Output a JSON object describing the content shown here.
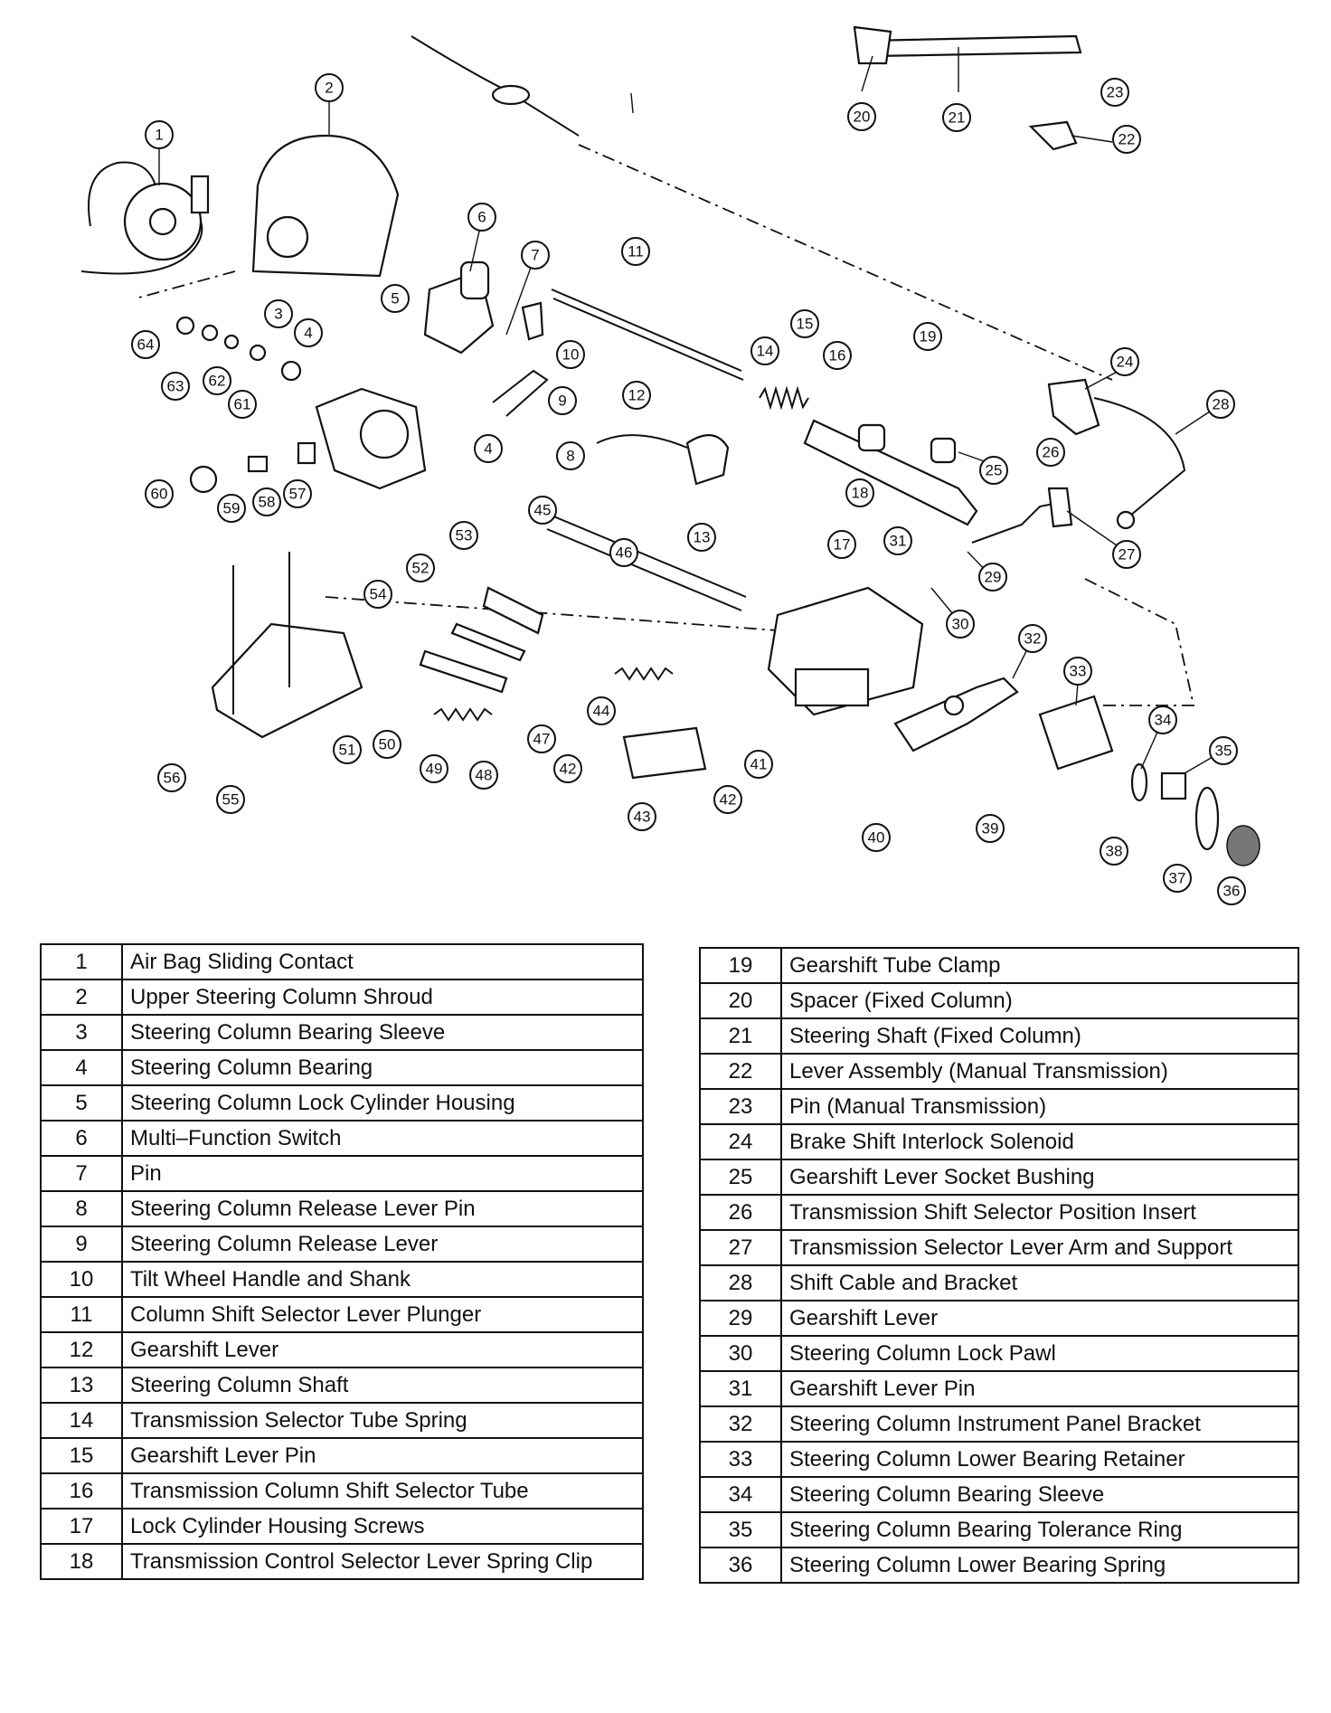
{
  "diagram": {
    "callouts": [
      "1",
      "2",
      "3",
      "4",
      "4",
      "5",
      "6",
      "7",
      "8",
      "9",
      "10",
      "11",
      "12",
      "13",
      "14",
      "15",
      "16",
      "17",
      "18",
      "19",
      "20",
      "21",
      "22",
      "23",
      "24",
      "25",
      "26",
      "27",
      "28",
      "29",
      "30",
      "31",
      "32",
      "33",
      "34",
      "35",
      "36",
      "37",
      "38",
      "39",
      "40",
      "41",
      "42",
      "42",
      "43",
      "44",
      "45",
      "46",
      "47",
      "48",
      "49",
      "50",
      "51",
      "52",
      "53",
      "54",
      "55",
      "56",
      "57",
      "58",
      "59",
      "60",
      "61",
      "62",
      "63",
      "64"
    ]
  },
  "legend_left": [
    {
      "num": "1",
      "desc": "Air Bag Sliding Contact"
    },
    {
      "num": "2",
      "desc": "Upper Steering Column Shroud"
    },
    {
      "num": "3",
      "desc": "Steering Column Bearing Sleeve"
    },
    {
      "num": "4",
      "desc": "Steering Column Bearing"
    },
    {
      "num": "5",
      "desc": "Steering Column Lock Cylinder Housing"
    },
    {
      "num": "6",
      "desc": "Multi–Function Switch"
    },
    {
      "num": "7",
      "desc": "Pin"
    },
    {
      "num": "8",
      "desc": "Steering Column Release Lever Pin"
    },
    {
      "num": "9",
      "desc": "Steering Column Release Lever"
    },
    {
      "num": "10",
      "desc": "Tilt Wheel Handle and Shank"
    },
    {
      "num": "11",
      "desc": "Column Shift Selector Lever Plunger"
    },
    {
      "num": "12",
      "desc": "Gearshift Lever"
    },
    {
      "num": "13",
      "desc": "Steering Column Shaft"
    },
    {
      "num": "14",
      "desc": "Transmission Selector Tube Spring"
    },
    {
      "num": "15",
      "desc": "Gearshift Lever Pin"
    },
    {
      "num": "16",
      "desc": "Transmission Column Shift Selector Tube"
    },
    {
      "num": "17",
      "desc": "Lock Cylinder Housing Screws"
    },
    {
      "num": "18",
      "desc": "Transmission Control Selector Lever Spring Clip"
    }
  ],
  "legend_right": [
    {
      "num": "19",
      "desc": "Gearshift Tube Clamp"
    },
    {
      "num": "20",
      "desc": "Spacer (Fixed Column)"
    },
    {
      "num": "21",
      "desc": "Steering Shaft (Fixed Column)"
    },
    {
      "num": "22",
      "desc": "Lever Assembly (Manual Transmission)"
    },
    {
      "num": "23",
      "desc": "Pin (Manual Transmission)"
    },
    {
      "num": "24",
      "desc": "Brake Shift Interlock Solenoid"
    },
    {
      "num": "25",
      "desc": "Gearshift Lever Socket Bushing"
    },
    {
      "num": "26",
      "desc": "Transmission Shift Selector Position Insert"
    },
    {
      "num": "27",
      "desc": "Transmission Selector Lever Arm and Support"
    },
    {
      "num": "28",
      "desc": "Shift Cable and Bracket"
    },
    {
      "num": "29",
      "desc": "Gearshift Lever"
    },
    {
      "num": "30",
      "desc": "Steering Column Lock Pawl"
    },
    {
      "num": "31",
      "desc": "Gearshift Lever Pin"
    },
    {
      "num": "32",
      "desc": "Steering Column Instrument Panel Bracket"
    },
    {
      "num": "33",
      "desc": "Steering Column Lower Bearing Retainer"
    },
    {
      "num": "34",
      "desc": "Steering Column Bearing Sleeve"
    },
    {
      "num": "35",
      "desc": "Steering Column Bearing Tolerance Ring"
    },
    {
      "num": "36",
      "desc": "Steering Column Lower Bearing Spring"
    }
  ]
}
